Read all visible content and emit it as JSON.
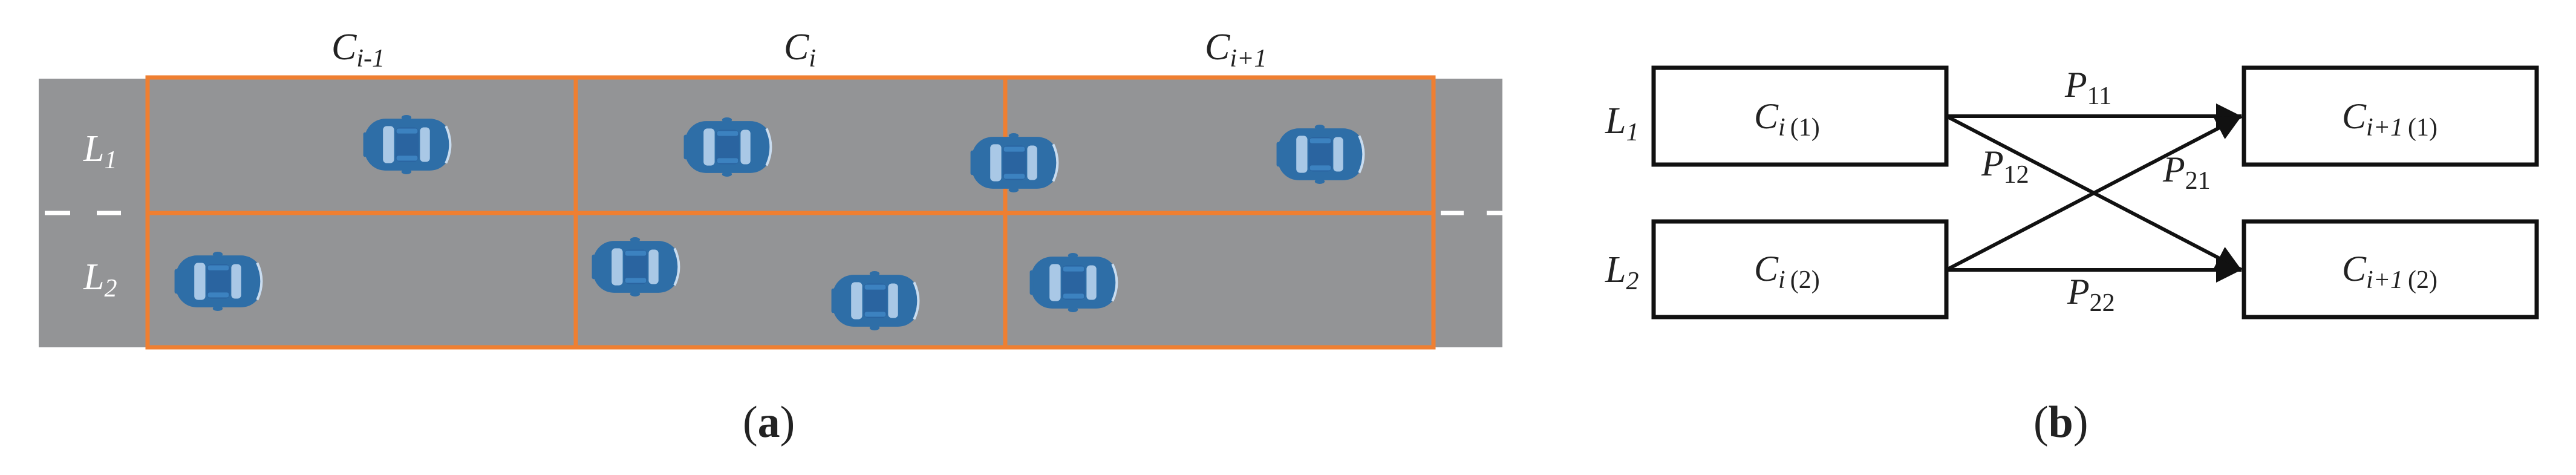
{
  "panel_a": {
    "columns": [
      {
        "main": "C",
        "sub": "i-1"
      },
      {
        "main": "C",
        "sub": "i"
      },
      {
        "main": "C",
        "sub": "i+1"
      }
    ],
    "lanes": [
      {
        "main": "L",
        "sub": "1"
      },
      {
        "main": "L",
        "sub": "2"
      }
    ],
    "caption": {
      "open": "(",
      "letter": "a",
      "close": ")"
    },
    "colors": {
      "road": "#939496",
      "cell_border": "#ef7f31",
      "car": "#2e6ea7",
      "lane_marking": "#ffffff"
    },
    "icons": [
      "car-icon"
    ]
  },
  "panel_b": {
    "lane_labels": [
      {
        "main": "L",
        "sub": "1"
      },
      {
        "main": "L",
        "sub": "2"
      }
    ],
    "left_boxes": [
      {
        "main": "C",
        "sub1": "i",
        "sub2": "(1)"
      },
      {
        "main": "C",
        "sub1": "i",
        "sub2": "(2)"
      }
    ],
    "right_boxes": [
      {
        "main": "C",
        "sub1": "i+1",
        "sub2": "(1)"
      },
      {
        "main": "C",
        "sub1": "i+1",
        "sub2": "(2)"
      }
    ],
    "transitions": [
      {
        "main": "P",
        "sub": "11"
      },
      {
        "main": "P",
        "sub": "12"
      },
      {
        "main": "P",
        "sub": "21"
      },
      {
        "main": "P",
        "sub": "22"
      }
    ],
    "caption": {
      "open": "(",
      "letter": "b",
      "close": ")"
    }
  }
}
